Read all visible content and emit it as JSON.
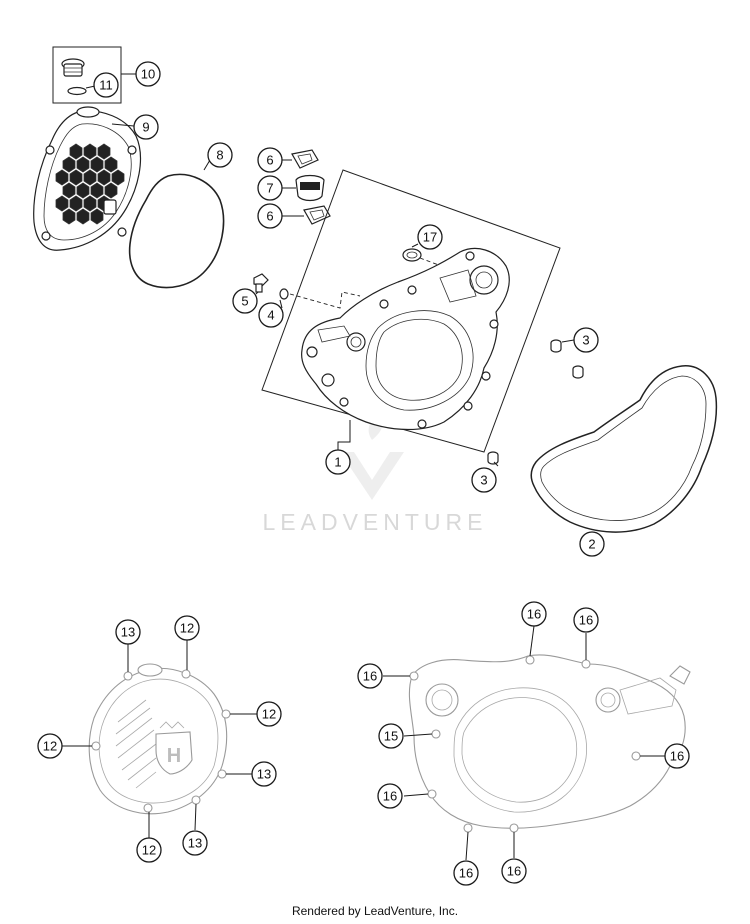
{
  "callouts": {
    "c1": "1",
    "c2": "2",
    "c3a": "3",
    "c3b": "3",
    "c4": "4",
    "c5": "5",
    "c6a": "6",
    "c6b": "6",
    "c7": "7",
    "c8": "8",
    "c9": "9",
    "c10": "10",
    "c11": "11",
    "c12a": "12",
    "c12b": "12",
    "c12c": "12",
    "c12d": "12",
    "c13a": "13",
    "c13b": "13",
    "c13c": "13",
    "c15": "15",
    "c16a": "16",
    "c16b": "16",
    "c16c": "16",
    "c16d": "16",
    "c16e": "16",
    "c16f": "16",
    "c16g": "16",
    "c17": "17"
  },
  "watermark": {
    "text": "LEADVENTURE"
  },
  "footer": {
    "credit": "Rendered by LeadVenture, Inc."
  },
  "colors": {
    "ink": "#1a1a1a",
    "watermark": "#d8d8d8",
    "faded_part": "#9a9a9a"
  }
}
